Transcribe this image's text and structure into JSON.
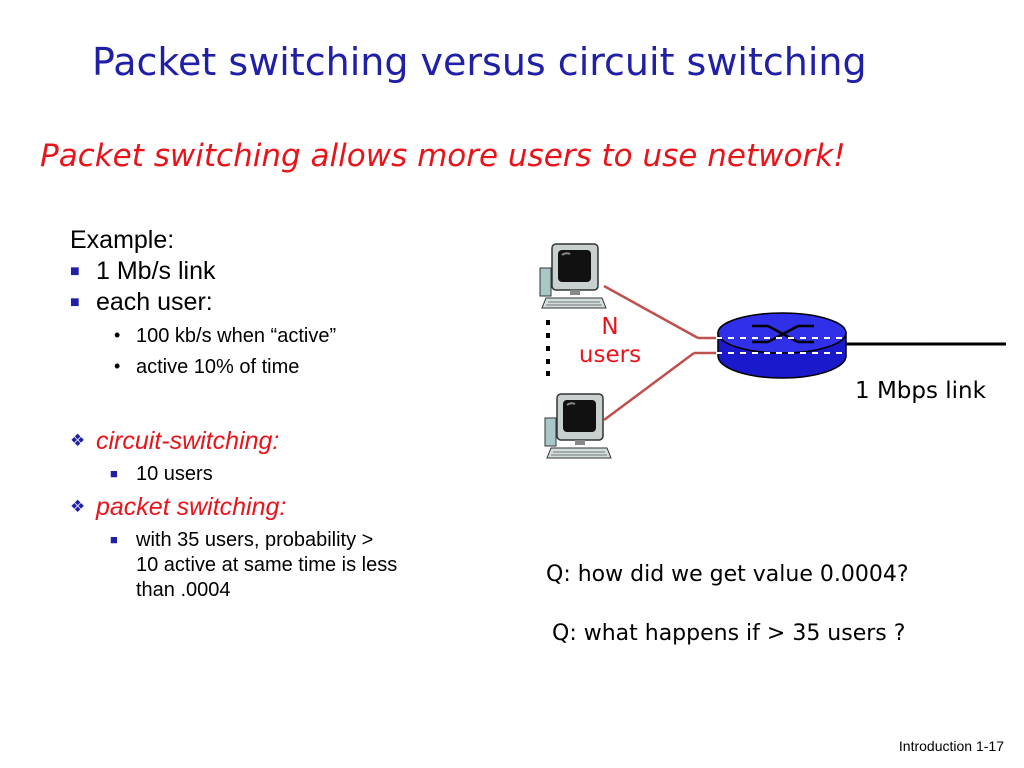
{
  "slide": {
    "title": "Packet switching versus circuit switching",
    "subtitle": "Packet switching allows more users to use network!",
    "footer": "Introduction 1-17"
  },
  "left": {
    "example_label": "Example:",
    "bullet_link": "1 Mb/s link",
    "bullet_user": "each user:",
    "sub_active_rate": "100 kb/s when “active”",
    "sub_active_time": "active 10% of time",
    "circuit_heading": "circuit-switching:",
    "circuit_item": "10 users",
    "packet_heading": "packet switching:",
    "packet_item_line1": "with 35 users, probability >",
    "packet_item_line2": "10 active at same time is less",
    "packet_item_line3": "than .0004"
  },
  "diagram": {
    "n_label": "N",
    "users_label": "users",
    "link_label": "1 Mbps link",
    "colors": {
      "line": "#c0504d",
      "router": "#1a1acc",
      "arrow": "#ffffff"
    },
    "icons": [
      "computer-icon",
      "router-icon"
    ]
  },
  "questions": {
    "q1": "Q: how did we get value 0.0004?",
    "q2": "Q: what happens if > 35 users ?"
  },
  "colors": {
    "title": "#1f1fa8",
    "accent": "#e8141a",
    "bullet": "#1f1fa8"
  }
}
